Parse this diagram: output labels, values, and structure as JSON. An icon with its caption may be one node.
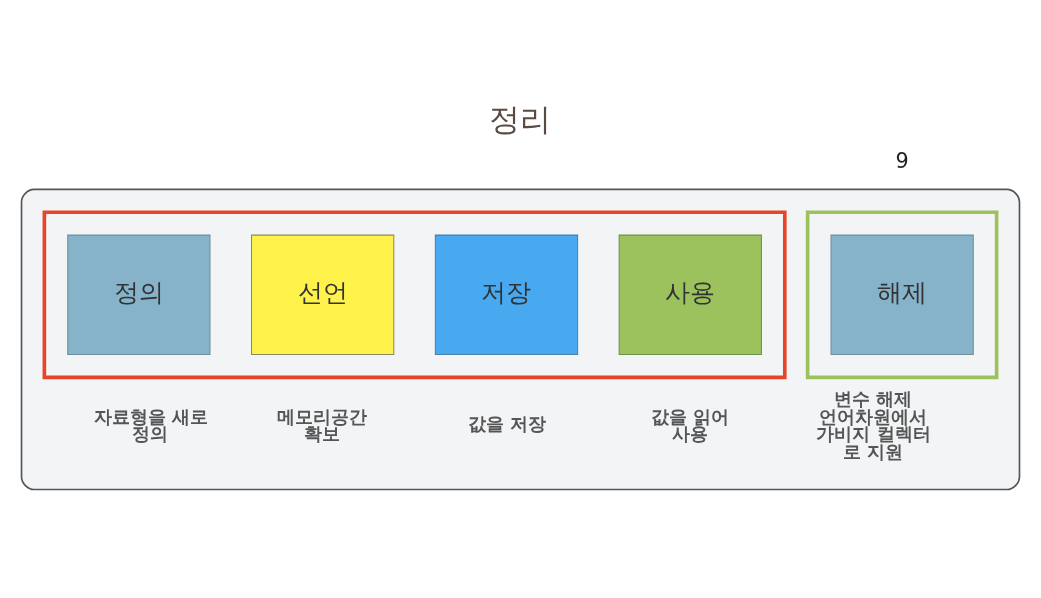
{
  "diagram": {
    "title": "정리",
    "nodes": [
      {
        "text": [],
        "shape": "box"
      },
      {
        "text": [],
        "shape": "box",
        "in": 0
      },
      {
        "text": [
          "정의"
        ],
        "in": 1,
        "beside": [
          "자료형을 새로 정의"
        ]
      },
      {
        "text": [
          "선언"
        ],
        "in": 1,
        "beside": [
          "메모리공간 확보"
        ]
      },
      {
        "text": [
          "저장"
        ],
        "in": 1,
        "beside": [
          "값을 저장"
        ]
      },
      {
        "text": [
          "사용"
        ],
        "in": 1,
        "beside": [
          "값을 읽어 사용"
        ]
      },
      {
        "text": [],
        "shape": "box",
        "in": 0
      },
      {
        "text": [
          "해제"
        ],
        "in": 6,
        "beside": [
          "변수 해제 언어차원에서 가비지 컬렉터 로 지원"
        ]
      }
    ],
    "labels": [
      "9"
    ]
  }
}
